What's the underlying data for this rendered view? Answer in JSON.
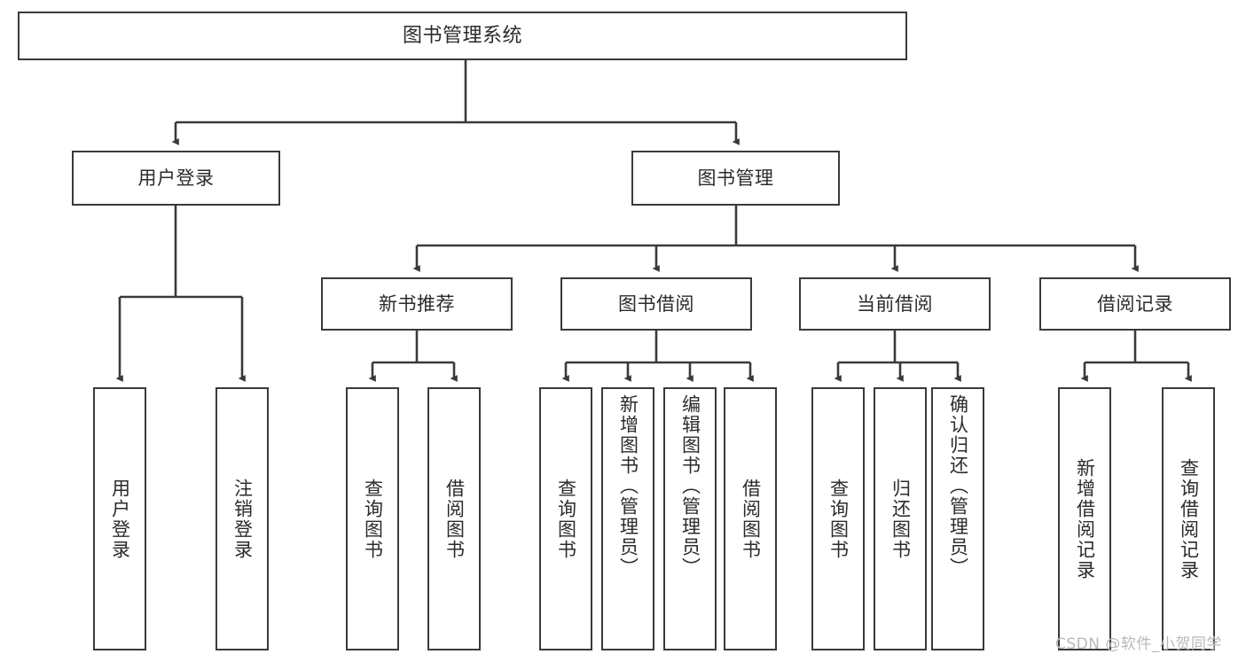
{
  "diagram": {
    "type": "tree",
    "title": "图书管理系统",
    "watermark": "CSDN @软件_小贺同学",
    "colors": {
      "box_border": "#3a3a3a",
      "box_fill": "#ffffff",
      "connector": "#3a3a3a",
      "text": "#2b2b2b",
      "watermark": "#b9b9b9",
      "background": "#ffffff"
    },
    "nodes": {
      "root": {
        "label": "图书管理系统"
      },
      "level2": [
        {
          "label": "用户登录"
        },
        {
          "label": "图书管理"
        }
      ],
      "level3": [
        {
          "label": "新书推荐"
        },
        {
          "label": "图书借阅"
        },
        {
          "label": "当前借阅"
        },
        {
          "label": "借阅记录"
        }
      ],
      "leaves": {
        "user_login": [
          {
            "label": "用户登录"
          },
          {
            "label": "注销登录"
          }
        ],
        "new_book_recommend": [
          {
            "label": "查询图书"
          },
          {
            "label": "借阅图书"
          }
        ],
        "book_borrow": [
          {
            "label": "查询图书"
          },
          {
            "label": "新增图书（管理员）"
          },
          {
            "label": "编辑图书（管理员）"
          },
          {
            "label": "借阅图书"
          }
        ],
        "current_borrow": [
          {
            "label": "查询图书"
          },
          {
            "label": "归还图书"
          },
          {
            "label": "确认归还（管理员）"
          }
        ],
        "borrow_record": [
          {
            "label": "新增借阅记录"
          },
          {
            "label": "查询借阅记录"
          }
        ]
      }
    }
  }
}
